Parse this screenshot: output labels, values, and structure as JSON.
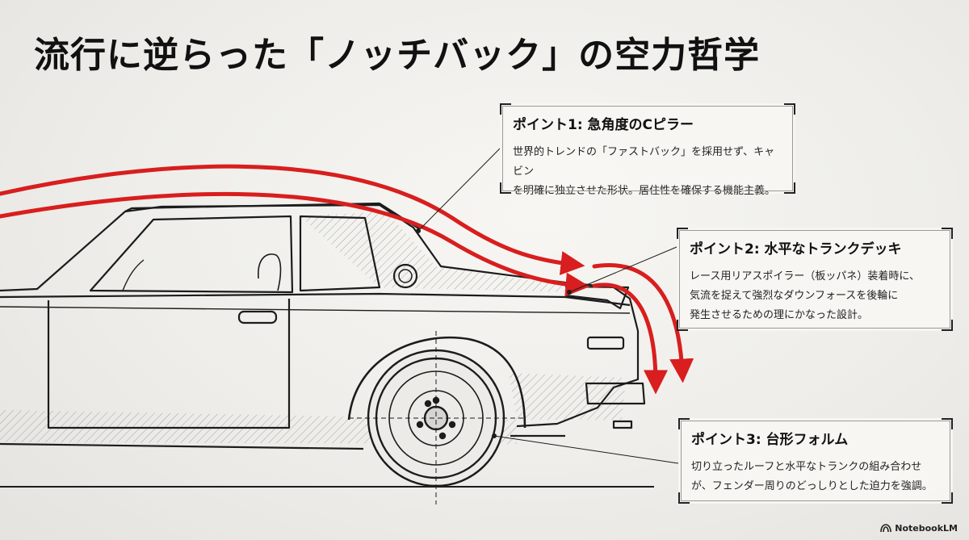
{
  "title": "流行に逆らった「ノッチバック」の空力哲学",
  "callouts": [
    {
      "heading": "ポイント1: 急角度のCピラー",
      "body": "世界的トレンドの「ファストバック」を採用せず、キャビン\nを明確に独立させた形状。居住性を確保する機能主義。"
    },
    {
      "heading": "ポイント2: 水平なトランクデッキ",
      "body": "レース用リアスポイラー（板ッパネ）装着時に、\n気流を捉えて強烈なダウンフォースを後輪に\n発生させるための理にかなった設計。"
    },
    {
      "heading": "ポイント3: 台形フォルム",
      "body": "切り立ったルーフと水平なトランクの組み合わせ\nが、フェンダー周りのどっしりとした迫力を強調。"
    }
  ],
  "brand": "NotebookLM",
  "colors": {
    "airflow": "#d81e1e",
    "linework": "#1c1c1c",
    "hatch": "#9a9a96"
  },
  "icons": [
    "airflow-arrow-icon",
    "notebooklm-logo-icon"
  ]
}
